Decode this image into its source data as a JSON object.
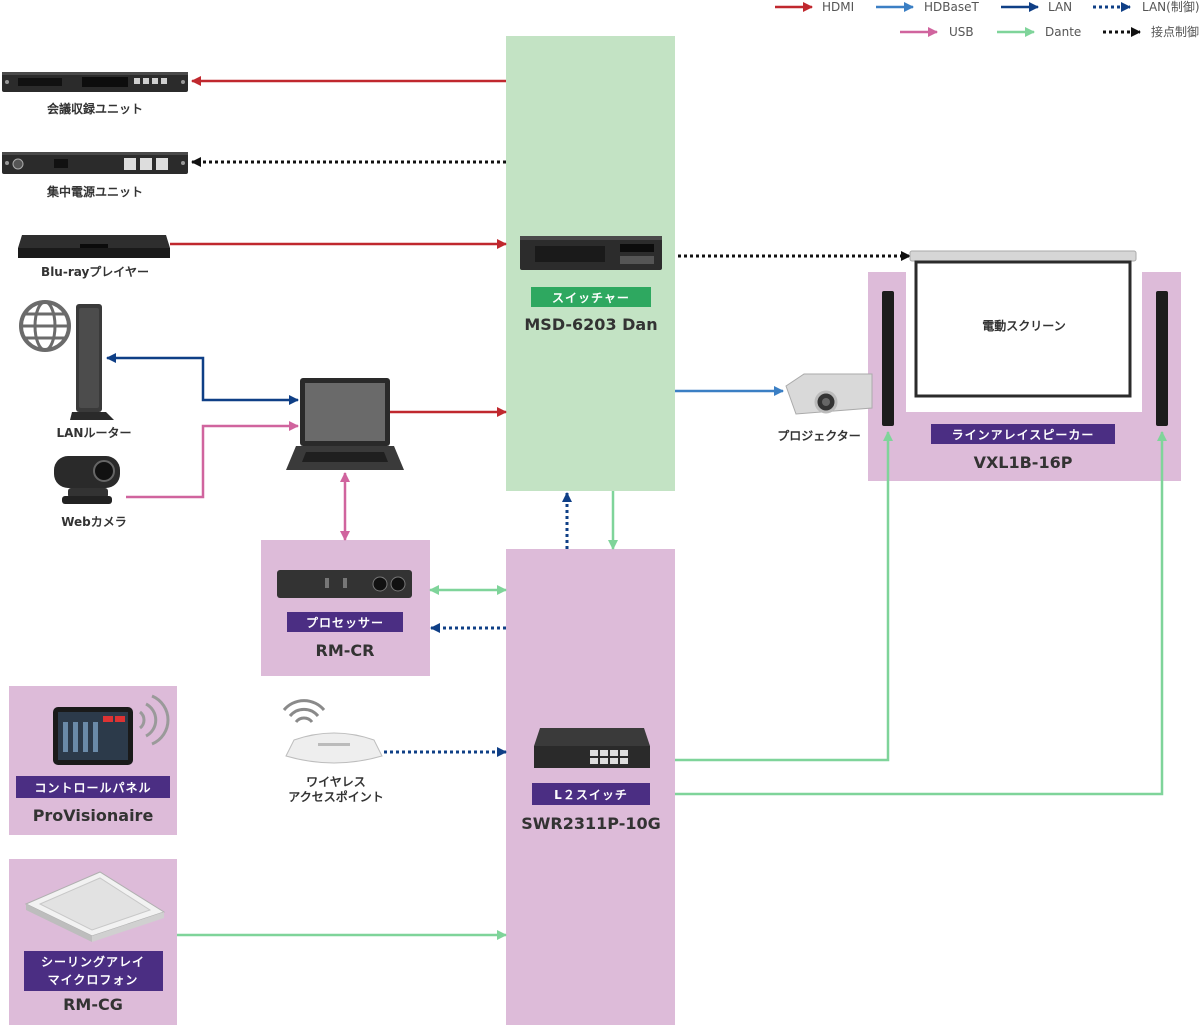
{
  "legend": {
    "items": [
      {
        "label": "HDMI",
        "color": "#c0282e",
        "style": "solid"
      },
      {
        "label": "HDBaseT",
        "color": "#3b7fc4",
        "style": "solid"
      },
      {
        "label": "LAN",
        "color": "#0f3f86",
        "style": "solid"
      },
      {
        "label": "LAN(制御)",
        "color": "#0f3f86",
        "style": "dotted"
      },
      {
        "label": "USB",
        "color": "#d0649e",
        "style": "solid"
      },
      {
        "label": "Dante",
        "color": "#7fd49a",
        "style": "solid"
      },
      {
        "label": "接点制御",
        "color": "#111111",
        "style": "dotted"
      }
    ]
  },
  "colors": {
    "hdmi": "#c0282e",
    "hdbaset": "#3b7fc4",
    "lan": "#0f3f86",
    "usb": "#d0649e",
    "dante": "#7fd49a",
    "contact": "#111111",
    "switcher_bg": "#c3e3c4",
    "purple_bg": "#ddbbd9",
    "badge_green": "#2ea860",
    "badge_purple": "#4b2e83"
  },
  "devices": {
    "recorder": {
      "label": "会議収録ユニット"
    },
    "power": {
      "label": "集中電源ユニット"
    },
    "bluray": {
      "label": "Blu-rayプレイヤー"
    },
    "router": {
      "label": "LANルーター"
    },
    "webcam": {
      "label": "Webカメラ"
    },
    "projector": {
      "label": "プロジェクター"
    },
    "screen": {
      "label": "電動スクリーン"
    },
    "wireless_ap": {
      "label_line1": "ワイヤレス",
      "label_line2": "アクセスポイント"
    }
  },
  "groups": {
    "switcher": {
      "badge": "スイッチャー",
      "model": "MSD-6203 Dan"
    },
    "speaker": {
      "badge": "ラインアレイスピーカー",
      "model": "VXL1B-16P"
    },
    "processor": {
      "badge": "プロセッサー",
      "model": "RM-CR"
    },
    "l2switch": {
      "badge": "L２スイッチ",
      "model": "SWR2311P-10G"
    },
    "control_panel": {
      "badge": "コントロールパネル",
      "model": "ProVisionaire"
    },
    "ceiling_mic": {
      "badge_line1": "シーリングアレイ",
      "badge_line2": "マイクロフォン",
      "model": "RM-CG"
    }
  }
}
